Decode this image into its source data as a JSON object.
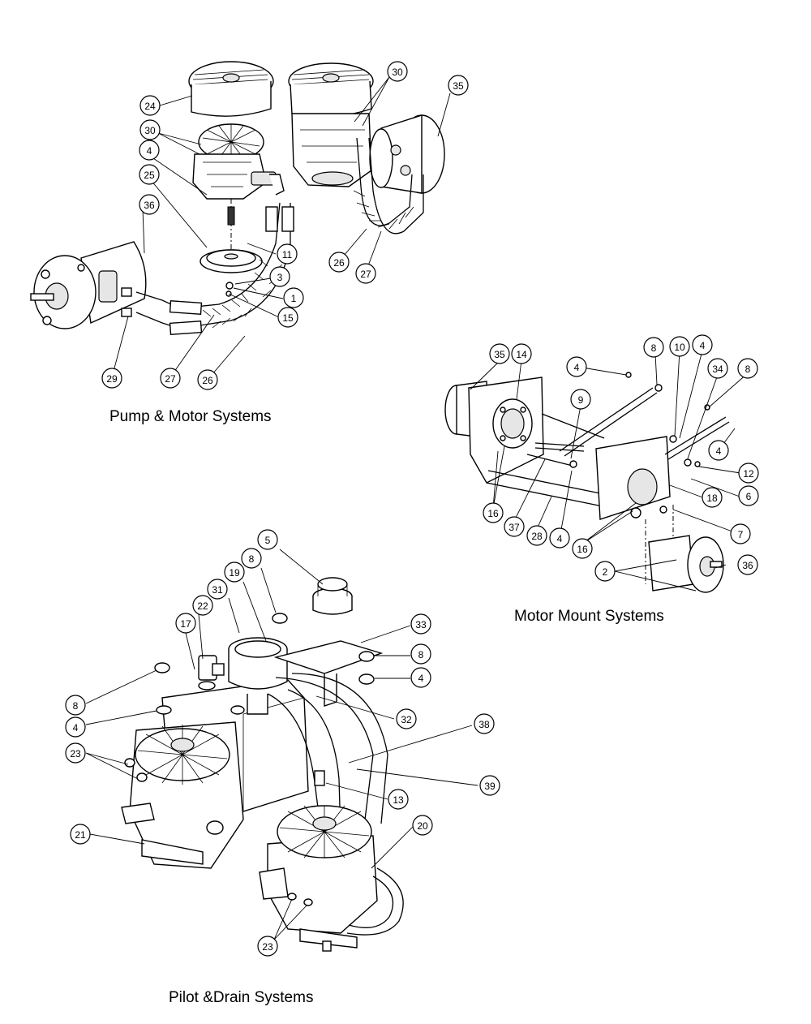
{
  "captions": {
    "pump_motor": "Pump & Motor Systems",
    "motor_mount": "Motor Mount Systems",
    "pilot_drain": "Pilot &Drain Systems"
  },
  "callouts": {
    "pump_motor": [
      "24",
      "30",
      "30",
      "35",
      "4",
      "25",
      "36",
      "11",
      "3",
      "1",
      "15",
      "26",
      "27",
      "29",
      "27",
      "26"
    ],
    "motor_mount": [
      "35",
      "14",
      "4",
      "8",
      "10",
      "4",
      "34",
      "8",
      "9",
      "4",
      "12",
      "6",
      "18",
      "7",
      "16",
      "37",
      "28",
      "4",
      "16",
      "36",
      "2"
    ],
    "pilot_drain": [
      "5",
      "8",
      "31",
      "19",
      "22",
      "17",
      "33",
      "8",
      "4",
      "8",
      "4",
      "32",
      "38",
      "23",
      "39",
      "13",
      "21",
      "20",
      "23"
    ]
  }
}
